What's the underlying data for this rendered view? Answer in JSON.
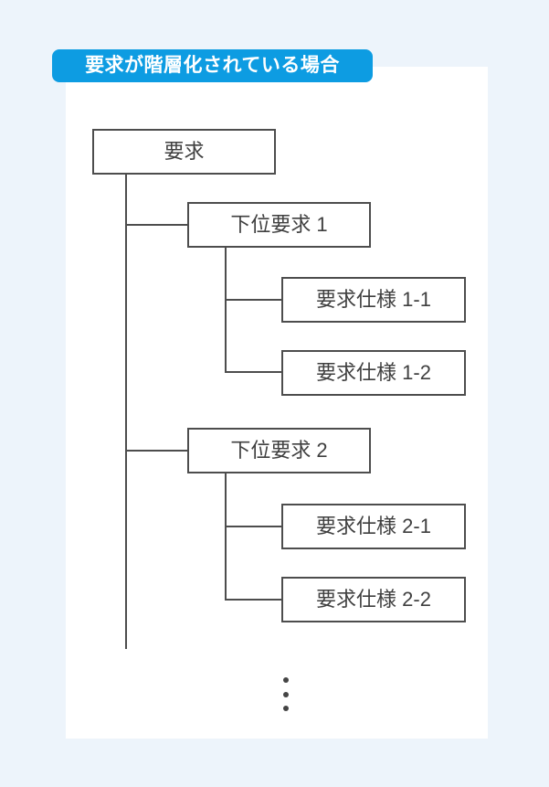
{
  "page": {
    "background_color": "#edf4fb",
    "card_color": "#ffffff"
  },
  "header": {
    "title": "要求が階層化されている場合",
    "badge_color": "#0d9ce2",
    "title_color": "#ffffff"
  },
  "diagram": {
    "type": "tree",
    "line_color": "#4d4d4d",
    "node_border_color": "#4d4d4d",
    "node_text_color": "#3f3f3f",
    "nodes": [
      {
        "id": "root",
        "label": "要求",
        "level": 0,
        "parent": null
      },
      {
        "id": "sub-1",
        "label": "下位要求 1",
        "level": 1,
        "parent": "root"
      },
      {
        "id": "spec-1-1",
        "label": "要求仕様 1-1",
        "level": 2,
        "parent": "sub-1"
      },
      {
        "id": "spec-1-2",
        "label": "要求仕様 1-2",
        "level": 2,
        "parent": "sub-1"
      },
      {
        "id": "sub-2",
        "label": "下位要求 2",
        "level": 1,
        "parent": "root"
      },
      {
        "id": "spec-2-1",
        "label": "要求仕様 2-1",
        "level": 2,
        "parent": "sub-2"
      },
      {
        "id": "spec-2-2",
        "label": "要求仕様 2-2",
        "level": 2,
        "parent": "sub-2"
      }
    ],
    "continuation_icon": "vertical-ellipsis"
  }
}
